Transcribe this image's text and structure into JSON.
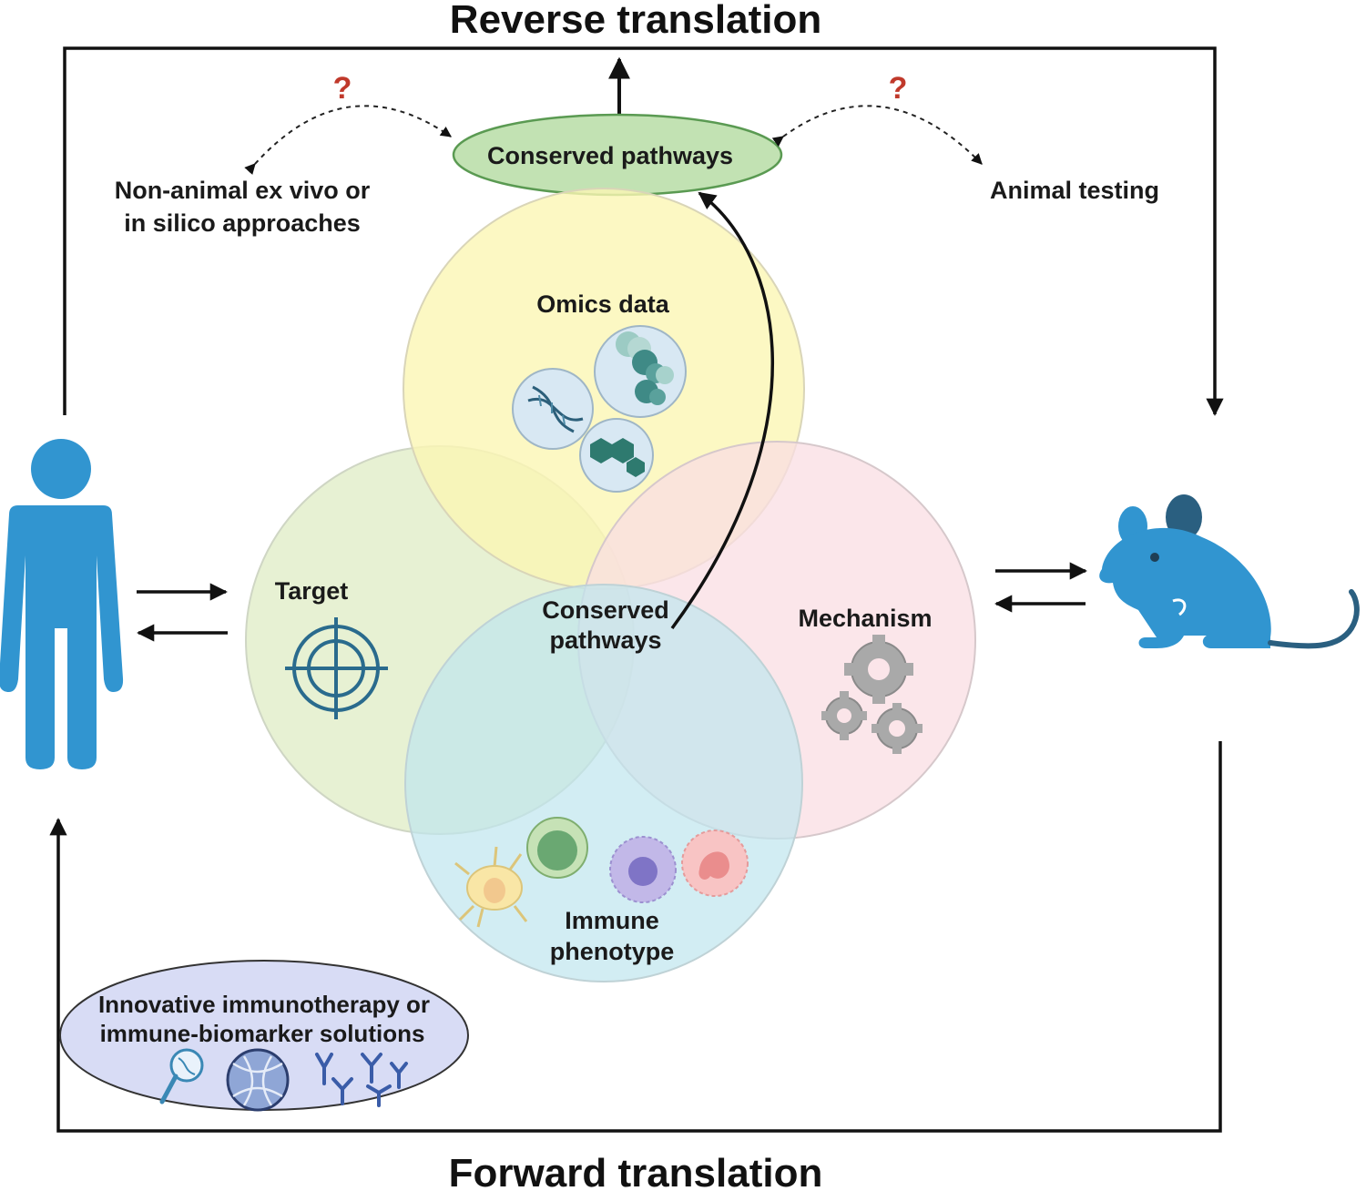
{
  "titles": {
    "reverse": "Reverse translation",
    "forward": "Forward translation"
  },
  "top": {
    "conserved_pathways": "Conserved pathways",
    "non_animal_line1": "Non-animal ex vivo or",
    "non_animal_line2": "in silico approaches",
    "animal_testing": "Animal testing",
    "question_mark": "?"
  },
  "venn": {
    "omics": "Omics data",
    "target": "Target",
    "mechanism": "Mechanism",
    "immune_line1": "Immune",
    "immune_line2": "phenotype",
    "center_line1": "Conserved",
    "center_line2": "pathways"
  },
  "solutions": {
    "line1": "Innovative immunotherapy or",
    "line2": "immune-biomarker solutions"
  },
  "colors": {
    "human": "#3195d0",
    "mouse": "#3195d0",
    "mouse_dark": "#2a5f80",
    "omics_fill": "#fbf6b4",
    "target_fill": "#e3eecb",
    "mechanism_fill": "#fadde3",
    "immune_fill": "#bfe6ee",
    "conserved_oval": "#c2e2b3",
    "solutions_oval": "#d8dcf5",
    "question": "#c0392b"
  },
  "icons": {
    "human": "person-icon",
    "mouse": "mouse-icon",
    "target": "crosshair-icon",
    "mechanism": "gears-icon",
    "omics": [
      "dna-icon",
      "protein-icon",
      "molecule-icon"
    ],
    "immune": [
      "dendritic-cell-icon",
      "lymphocyte-icon",
      "macrophage-icon",
      "neutrophil-icon"
    ],
    "solutions": [
      "magnifier-dna-icon",
      "nanoparticle-icon",
      "antibodies-icon"
    ]
  }
}
